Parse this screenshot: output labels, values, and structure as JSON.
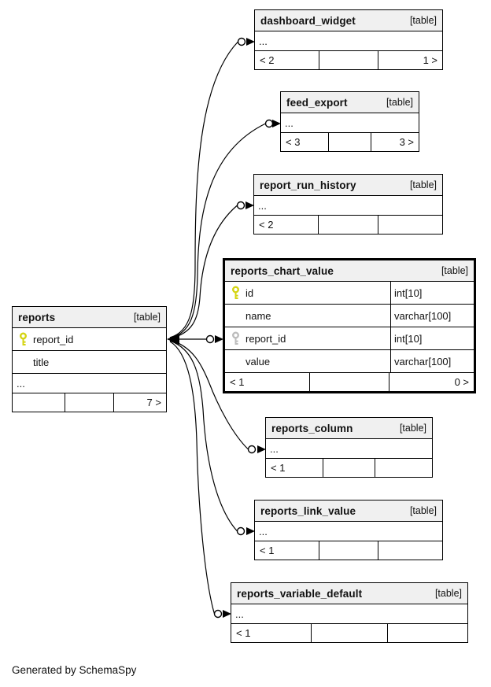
{
  "caption": "Generated by SchemaSpy",
  "colors": {
    "border": "#000000",
    "header-bg": "#f0f0f0",
    "key-primary": "#d4d412",
    "key-foreign": "#bdbdbd",
    "page-bg": "#ffffff"
  },
  "tables": {
    "dashboard_widget": {
      "name": "dashboard_widget",
      "badge": "[table]",
      "dots": "...",
      "footer": {
        "left": "< 2",
        "mid": "",
        "right": "1 >"
      }
    },
    "feed_export": {
      "name": "feed_export",
      "badge": "[table]",
      "dots": "...",
      "footer": {
        "left": "< 3",
        "mid": "",
        "right": "3 >"
      }
    },
    "report_run_history": {
      "name": "report_run_history",
      "badge": "[table]",
      "dots": "...",
      "footer": {
        "left": "< 2",
        "mid": "",
        "right": ""
      }
    },
    "reports_chart_value": {
      "name": "reports_chart_value",
      "badge": "[table]",
      "columns": [
        {
          "key": "primary",
          "name": "id",
          "type": "int[10]"
        },
        {
          "key": "",
          "name": "name",
          "type": "varchar[100]"
        },
        {
          "key": "foreign",
          "name": "report_id",
          "type": "int[10]"
        },
        {
          "key": "",
          "name": "value",
          "type": "varchar[100]"
        }
      ],
      "footer": {
        "left": "< 1",
        "mid": "",
        "right": "0 >"
      }
    },
    "reports": {
      "name": "reports",
      "badge": "[table]",
      "columns": [
        {
          "key": "primary",
          "name": "report_id"
        },
        {
          "key": "",
          "name": "title"
        }
      ],
      "dots": "...",
      "footer": {
        "left": "",
        "mid": "",
        "right": "7 >"
      }
    },
    "reports_column": {
      "name": "reports_column",
      "badge": "[table]",
      "dots": "...",
      "footer": {
        "left": "< 1",
        "mid": "",
        "right": ""
      }
    },
    "reports_link_value": {
      "name": "reports_link_value",
      "badge": "[table]",
      "dots": "...",
      "footer": {
        "left": "< 1",
        "mid": "",
        "right": ""
      }
    },
    "reports_variable_default": {
      "name": "reports_variable_default",
      "badge": "[table]",
      "dots": "...",
      "footer": {
        "left": "< 1",
        "mid": "",
        "right": ""
      }
    }
  },
  "relationships": [
    {
      "parent": "reports.report_id",
      "child": "dashboard_widget"
    },
    {
      "parent": "reports.report_id",
      "child": "feed_export"
    },
    {
      "parent": "reports.report_id",
      "child": "report_run_history"
    },
    {
      "parent": "reports.report_id",
      "child": "reports_chart_value.report_id"
    },
    {
      "parent": "reports.report_id",
      "child": "reports_column"
    },
    {
      "parent": "reports.report_id",
      "child": "reports_link_value"
    },
    {
      "parent": "reports.report_id",
      "child": "reports_variable_default"
    }
  ]
}
